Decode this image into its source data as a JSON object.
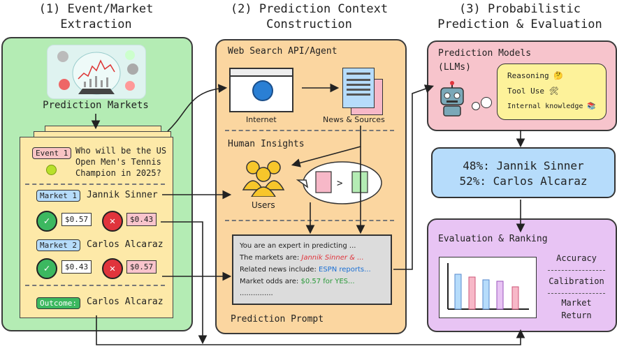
{
  "col1": {
    "title_line1": "(1) Event/Market",
    "title_line2": "Extraction",
    "pm_label": "Prediction Markets",
    "event_tag": "Event 1",
    "event_q1": "Who will be the US",
    "event_q2": "Open Men's Tennis",
    "event_q3": "Champion in 2025?",
    "market1_tag": "Market 1",
    "market1_name": "Jannik Sinner",
    "market1_yes": "$0.57",
    "market1_no": "$0.43",
    "market2_tag": "Market 2",
    "market2_name": "Carlos Alcaraz",
    "market2_yes": "$0.43",
    "market2_no": "$0.57",
    "outcome_tag": "Outcome:",
    "outcome_name": "Carlos Alcaraz"
  },
  "col2": {
    "title_line1": "(2) Prediction Context",
    "title_line2": "Construction",
    "web_label": "Web Search API/Agent",
    "internet_label": "Internet",
    "news_label": "News & Sources",
    "human_label": "Human Insights",
    "users_label": "Users",
    "prompt_l1": "You are an expert in predicting ...",
    "prompt_l2a": "The markets are:",
    "prompt_l2b": "Jannik Sinner & ...",
    "prompt_l3a": "Related news include:",
    "prompt_l3b": "ESPN reports...",
    "prompt_l4a": "Market odds are:",
    "prompt_l4b": "$0.57 for YES...",
    "prompt_l5": "...............",
    "prompt_label": "Prediction Prompt"
  },
  "col3": {
    "title_line1": "(3) Probabilistic",
    "title_line2": "Prediction & Evaluation",
    "models_l1": "Prediction Models",
    "models_l2": "(LLMs)",
    "cap1": "Reasoning",
    "cap2": "Tool Use",
    "cap3": "Internal knowledge",
    "pred1": "48%: Jannik Sinner",
    "pred2": "52%: Carlos Alcaraz",
    "eval_label": "Evaluation & Ranking",
    "metric1": "Accuracy",
    "metric2": "Calibration",
    "metric3a": "Market",
    "metric3b": "Return"
  },
  "colors": {
    "green_panel": "#b4ecb4",
    "orange_panel": "#fbd6a0",
    "pink_panel": "#f7c4cc",
    "blue_box": "#b6dcfb",
    "purple_panel": "#e8c4f4",
    "yellow_card": "#fde9a8"
  },
  "icons": [
    "globe-icon",
    "news-icon",
    "users-icon",
    "robot-icon",
    "chart-icon",
    "check-icon",
    "x-icon",
    "tennis-ball-icon"
  ]
}
